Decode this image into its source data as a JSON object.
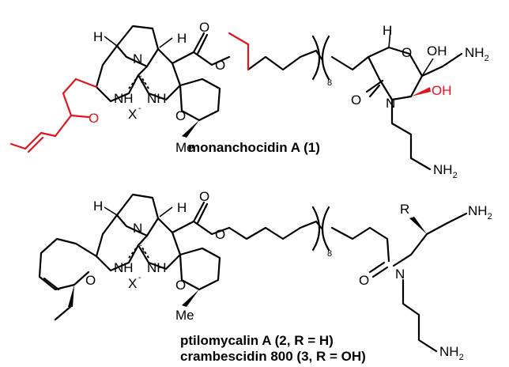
{
  "atoms": {
    "H": "H",
    "N": "N",
    "NH": "NH",
    "O": "O",
    "OH": "OH",
    "NH2_main": "NH",
    "sub2": "2",
    "X": "X",
    "minus": "-",
    "plus": "+",
    "Me": "Me",
    "R": "R",
    "repeat": "8"
  },
  "captions": {
    "compound1": "monanchocidin A (1)",
    "compound2": "ptilomycalin A (2, R = H)",
    "compound3": "crambescidin 800 (3, R = OH)"
  },
  "colors": {
    "bond": "#000000",
    "highlight": "#e0141e"
  }
}
